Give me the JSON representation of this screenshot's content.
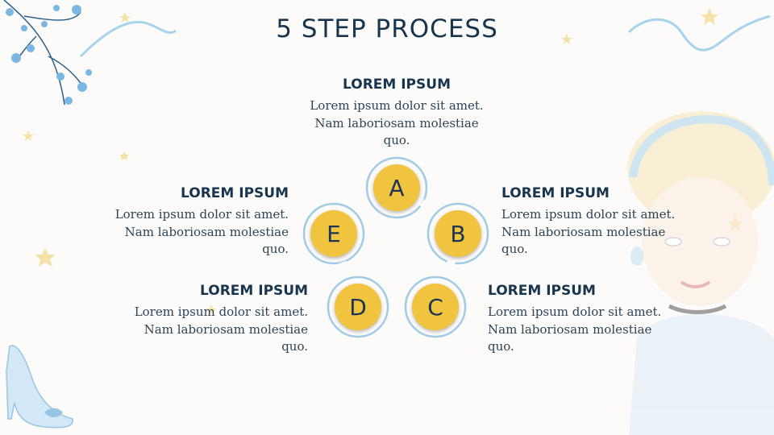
{
  "title": "5 STEP PROCESS",
  "colors": {
    "accent": "#f1c43f",
    "ring": "#9fcbe6",
    "text": "#17354f"
  },
  "steps": [
    {
      "letter": "A",
      "heading": "LOREM IPSUM",
      "body": "Lorem ipsum dolor sit amet. Nam laboriosam molestiae quo."
    },
    {
      "letter": "B",
      "heading": "LOREM IPSUM",
      "body": "Lorem ipsum dolor sit amet. Nam laboriosam molestiae quo."
    },
    {
      "letter": "C",
      "heading": "LOREM IPSUM",
      "body": "Lorem ipsum dolor sit amet. Nam laboriosam molestiae quo."
    },
    {
      "letter": "D",
      "heading": "LOREM IPSUM",
      "body": "Lorem ipsum dolor sit amet. Nam laboriosam molestiae quo."
    },
    {
      "letter": "E",
      "heading": "LOREM IPSUM",
      "body": "Lorem ipsum dolor sit amet. Nam laboriosam molestiae quo."
    }
  ]
}
